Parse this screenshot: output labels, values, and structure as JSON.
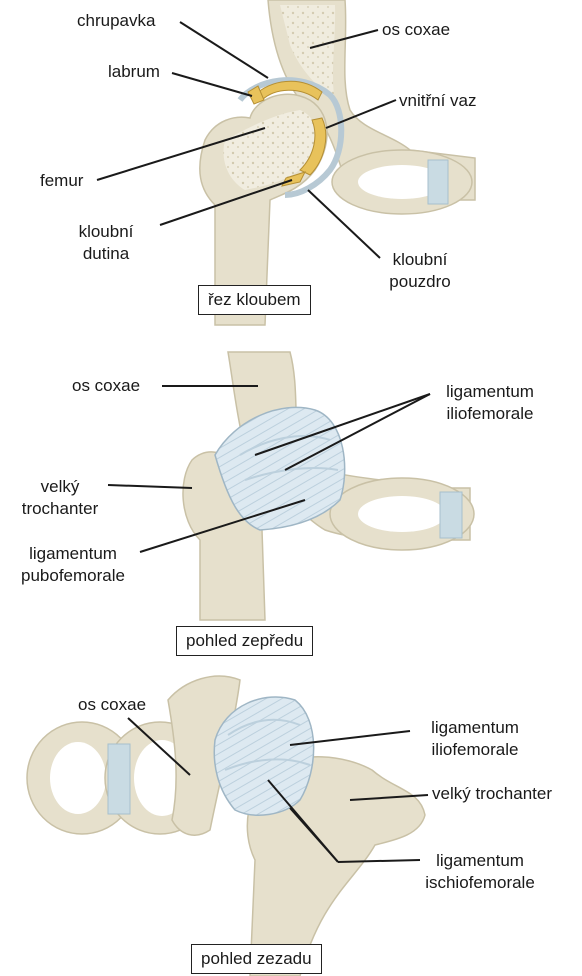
{
  "panels": [
    {
      "caption": "řez kloubem",
      "labels": {
        "chrupavka": "chrupavka",
        "os_coxae": "os coxae",
        "labrum": "labrum",
        "vnitrni_vaz": "vnitřní vaz",
        "femur": "femur",
        "kloubni_dutina_1": "kloubní",
        "kloubni_dutina_2": "dutina",
        "kloubni_pouzdro_1": "kloubní",
        "kloubni_pouzdro_2": "pouzdro"
      }
    },
    {
      "caption": "pohled zepředu",
      "labels": {
        "os_coxae": "os coxae",
        "lig_ilio_1": "ligamentum",
        "lig_ilio_2": "iliofemorale",
        "velky_1": "velký",
        "velky_2": "trochanter",
        "lig_pubo_1": "ligamentum",
        "lig_pubo_2": "pubofemorale"
      }
    },
    {
      "caption": "pohled zezadu",
      "labels": {
        "os_coxae": "os coxae",
        "lig_ilio_1": "ligamentum",
        "lig_ilio_2": "iliofemorale",
        "velky_trochanter": "velký trochanter",
        "lig_ischio_1": "ligamentum",
        "lig_ischio_2": "ischiofemorale"
      }
    }
  ],
  "colors": {
    "bone": "#e6e0cc",
    "bone_shadow": "#c9c1a6",
    "spongy": "#f1ede0",
    "cartilage": "#e8c25b",
    "capsule": "#b7c9d4",
    "ligament": "#d9e7f0",
    "ligament_stroke": "#9fb6c5",
    "pubic_band": "#c9dbe3"
  }
}
